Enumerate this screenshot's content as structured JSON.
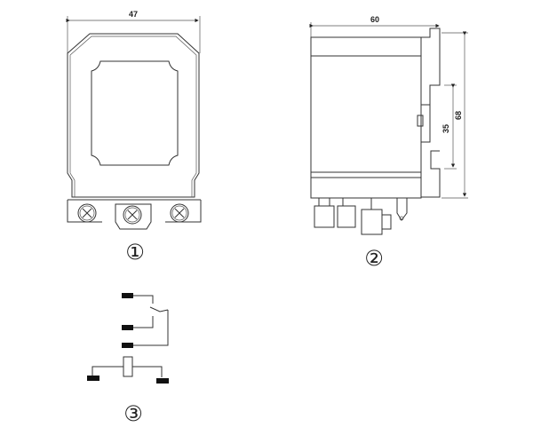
{
  "view1": {
    "label": "①",
    "width_dim": "47"
  },
  "view2": {
    "label": "②",
    "depth_dim": "60",
    "rail_dim": "35",
    "height_dim": "68"
  },
  "view3": {
    "label": "③"
  },
  "colors": {
    "line": "#333333",
    "pad": "#111111"
  }
}
